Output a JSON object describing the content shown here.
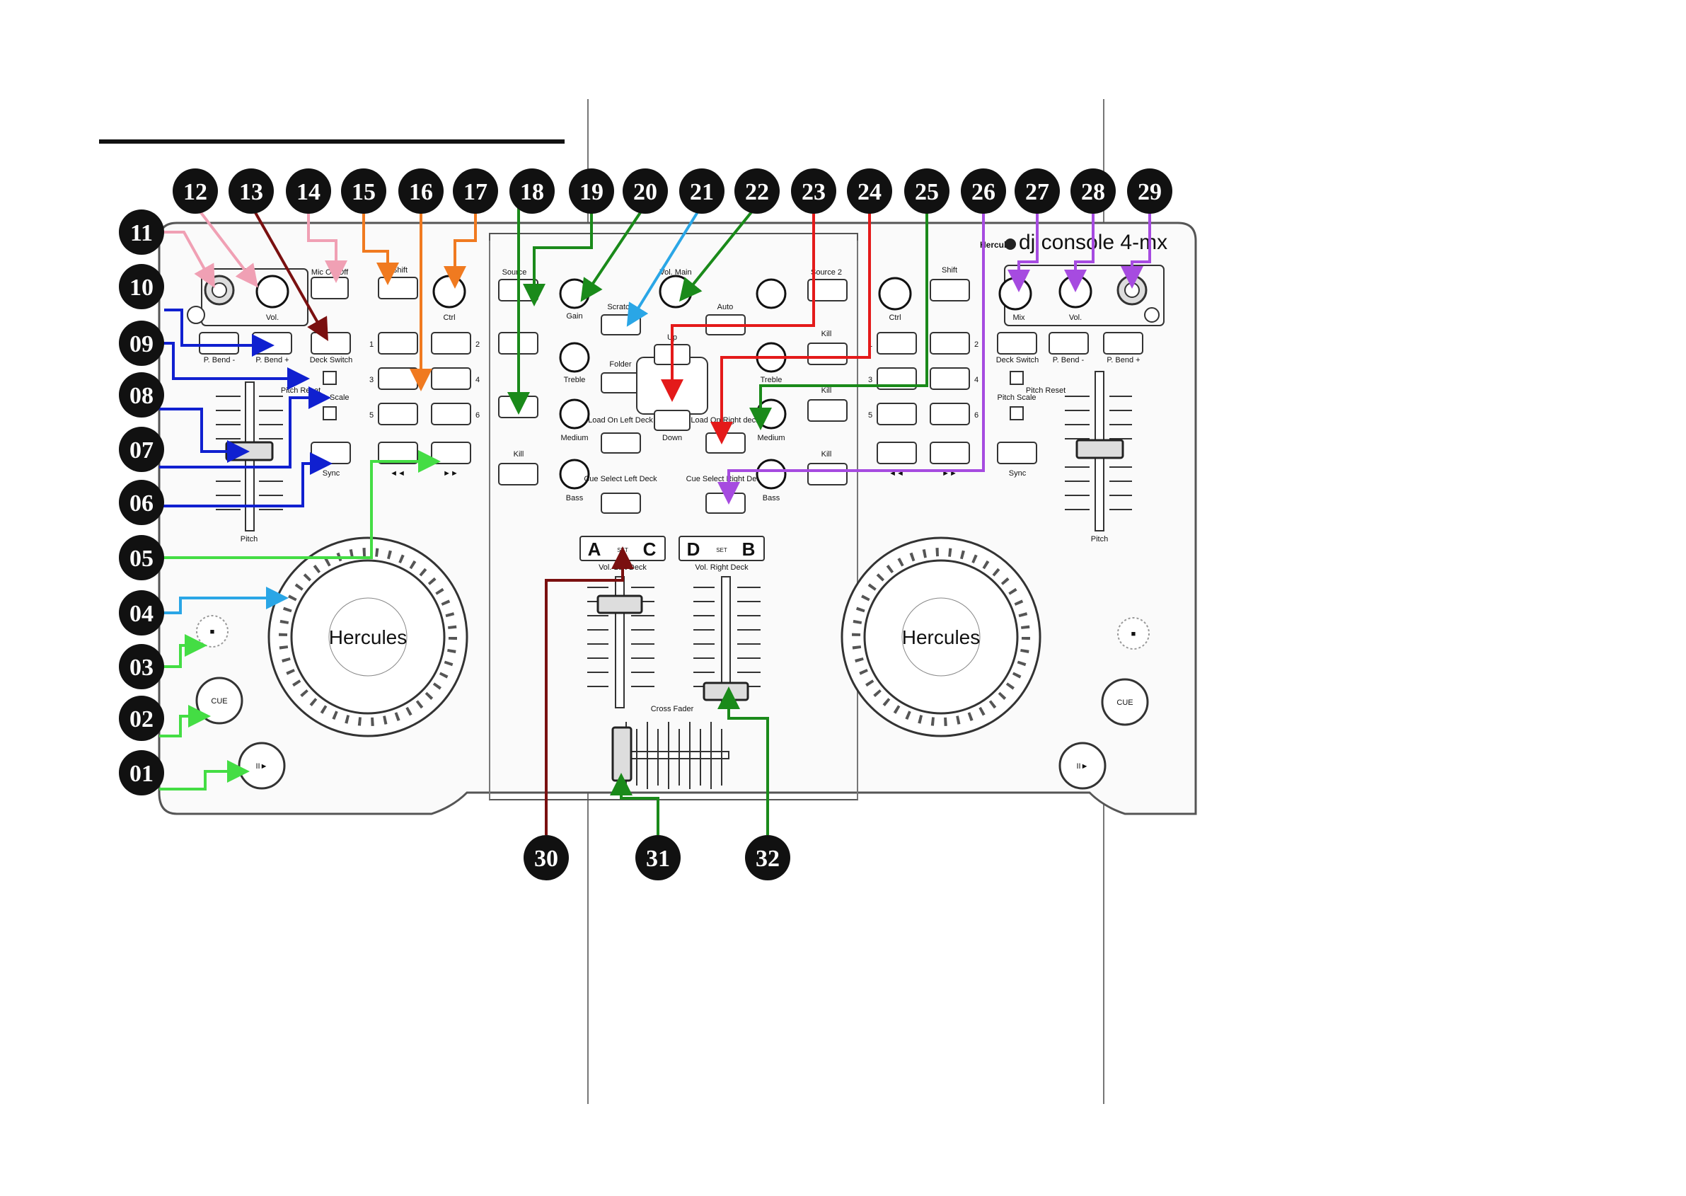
{
  "brand": {
    "logo_text": "Hercules",
    "model_text": "dj console 4-mx",
    "platter_logo": "Hercules"
  },
  "callouts": {
    "top": [
      "12",
      "13",
      "14",
      "15",
      "16",
      "17",
      "18",
      "19",
      "20",
      "21",
      "22",
      "23",
      "24",
      "25",
      "26",
      "27",
      "28",
      "29"
    ],
    "left": [
      "11",
      "10",
      "09",
      "08",
      "07",
      "06",
      "05",
      "04",
      "03",
      "02",
      "01"
    ],
    "bottom": [
      "30",
      "31",
      "32"
    ]
  },
  "labels": {
    "vol": "Vol.",
    "mic_on_off": "Mic On/Off",
    "shift": "Shift",
    "ctrl": "Ctrl",
    "p_bend_minus": "P. Bend -",
    "p_bend_plus": "P. Bend +",
    "deck_switch": "Deck Switch",
    "pitch_reset": "Pitch Reset",
    "pitch_scale": "Pitch Scale",
    "sync": "Sync",
    "pitch": "Pitch",
    "source": "Source",
    "source2": "Source 2",
    "gain": "Gain",
    "treble": "Treble",
    "medium": "Medium",
    "bass": "Bass",
    "kill": "Kill",
    "vol_main": "Vol. Main",
    "scratch": "Scratch",
    "auto": "Auto",
    "folder": "Folder",
    "up": "Up",
    "down": "Down",
    "load_left": "Load On Left Deck",
    "load_right": "Load On Right deck",
    "cue_left": "Cue Select Left Deck",
    "cue_right": "Cue Select Right Deck",
    "vol_left_deck": "Vol. Left Deck",
    "vol_right_deck": "Vol. Right Deck",
    "cross_fader": "Cross Fader",
    "mix": "Mix",
    "cue": "CUE",
    "rew": "◄◄",
    "ffw": "►►",
    "play_pause": "II►",
    "stop": "■"
  },
  "deck_selectors": {
    "left": [
      "A",
      "C"
    ],
    "right": [
      "D",
      "B"
    ],
    "set": "SET"
  },
  "pad_numbers": [
    "1",
    "2",
    "3",
    "4",
    "5",
    "6"
  ],
  "colors": {
    "badge": "#111111",
    "pink": "#f0a0b4",
    "maroon": "#7a1010",
    "orange": "#f07a20",
    "green": "#1a8a1a",
    "light_green": "#44dd44",
    "sky_blue": "#2aa6e6",
    "red": "#e41a1a",
    "purple": "#a64be0",
    "blue": "#1020d0"
  }
}
